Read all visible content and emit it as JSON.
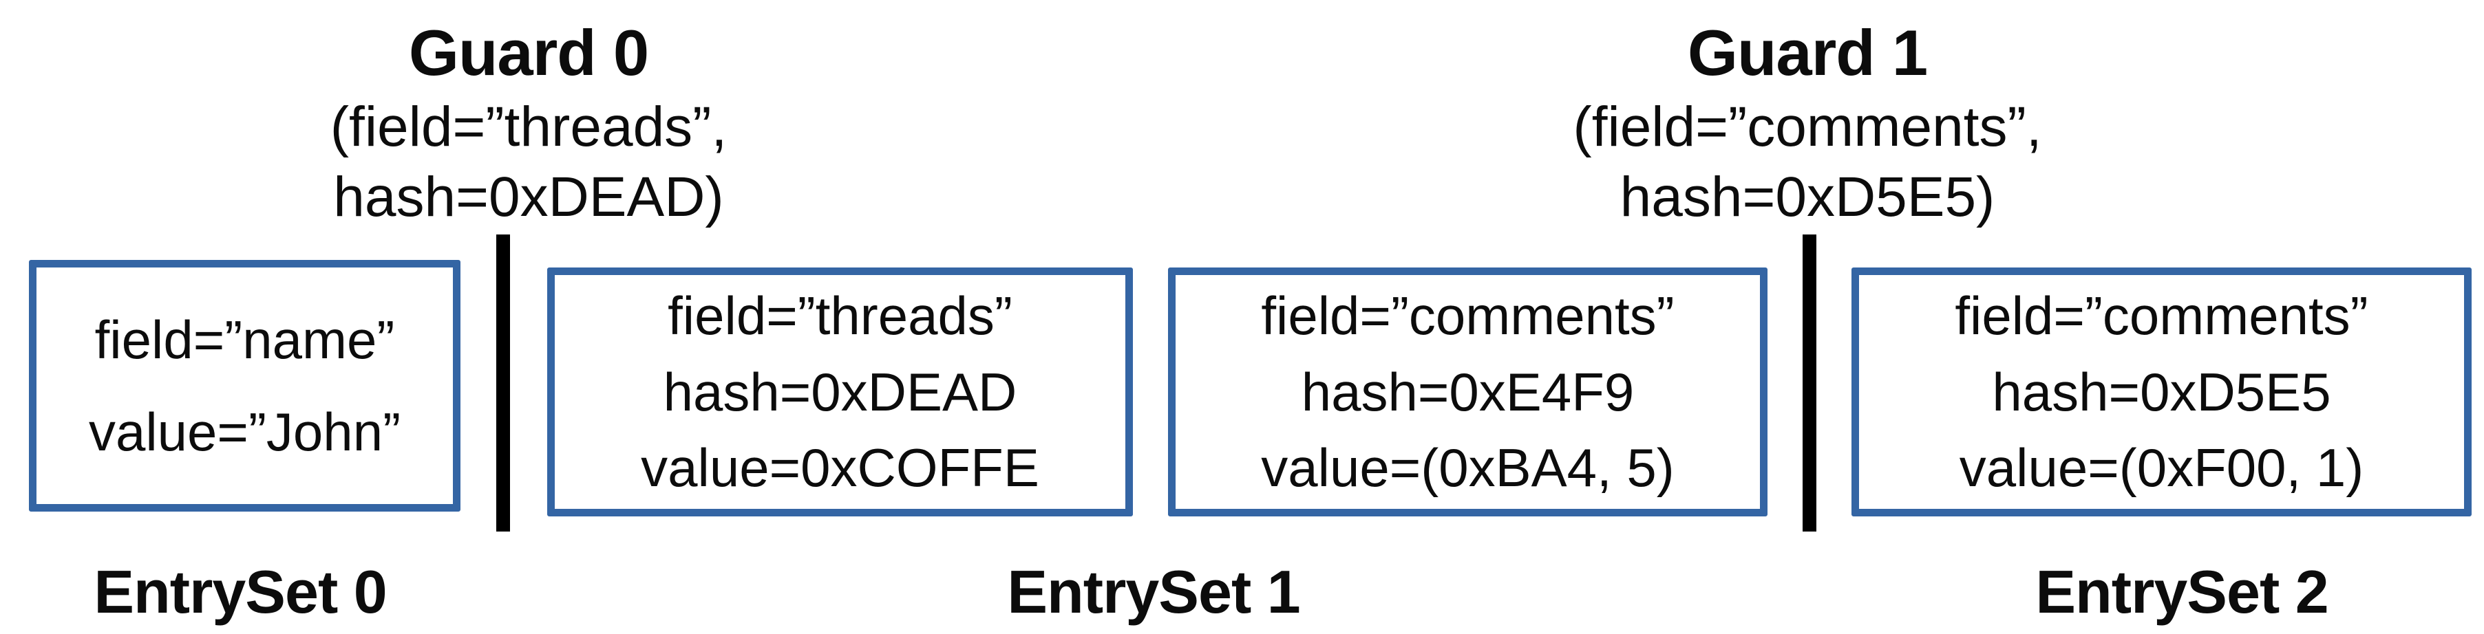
{
  "colors": {
    "box_border": "#3465A4",
    "guard_bar": "#000000",
    "text": "#0c0c0c"
  },
  "guards": [
    {
      "title": "Guard 0",
      "params_line1": "(field=”threads”,",
      "params_line2": "hash=0xDEAD)"
    },
    {
      "title": "Guard 1",
      "params_line1": "(field=”comments”,",
      "params_line2": "hash=0xD5E5)"
    }
  ],
  "entry_boxes": [
    {
      "lines": [
        "field=”name”",
        "value=”John”"
      ]
    },
    {
      "lines": [
        "field=”threads”",
        "hash=0xDEAD",
        "value=0xCOFFE"
      ]
    },
    {
      "lines": [
        "field=”comments”",
        "hash=0xE4F9",
        "value=(0xBA4, 5)"
      ]
    },
    {
      "lines": [
        "field=”comments”",
        "hash=0xD5E5",
        "value=(0xF00, 1)"
      ]
    }
  ],
  "entry_set_labels": [
    "EntrySet 0",
    "EntrySet 1",
    "EntrySet 2"
  ]
}
